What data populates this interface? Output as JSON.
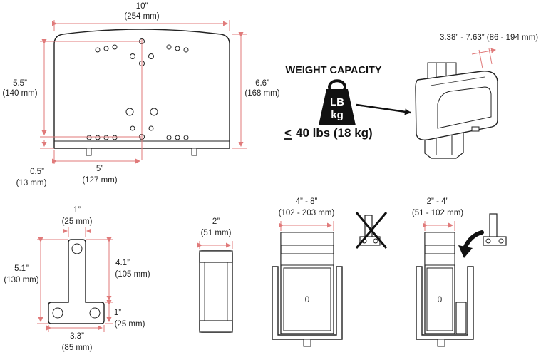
{
  "plate": {
    "width": "10”",
    "width_metric": "(254 mm)",
    "inner_height": "5.5”",
    "inner_height_metric": "(140 mm)",
    "height": "6.6”",
    "height_metric": "(168 mm)",
    "offset": "0.5”",
    "offset_metric": "(13 mm)",
    "hole_spacing": "5”",
    "hole_spacing_metric": "(127 mm)"
  },
  "weight": {
    "title": "WEIGHT CAPACITY",
    "weight_top": "LB",
    "weight_bottom": "kg",
    "limit_symbol": "<",
    "limit": "40 lbs (18 kg)"
  },
  "holder": {
    "range": "3.38” - 7.63” (86 - 194 mm)"
  },
  "tbracket": {
    "top_width": "1”",
    "top_width_metric": "(25 mm)",
    "height": "5.1”",
    "height_metric": "(130 mm)",
    "stem": "4.1”",
    "stem_metric": "(105 mm)",
    "foot": "1”",
    "foot_metric": "(25 mm)",
    "base_width": "3.3”",
    "base_width_metric": "(85 mm)"
  },
  "side": {
    "depth": "2”",
    "depth_metric": "(51 mm)"
  },
  "cradle_wide": {
    "range": "4” - 8”",
    "range_metric": "(102 - 203 mm)",
    "label": "0"
  },
  "cradle_narrow": {
    "range": "2” - 4”",
    "range_metric": "(51 - 102 mm)",
    "label": "0"
  }
}
